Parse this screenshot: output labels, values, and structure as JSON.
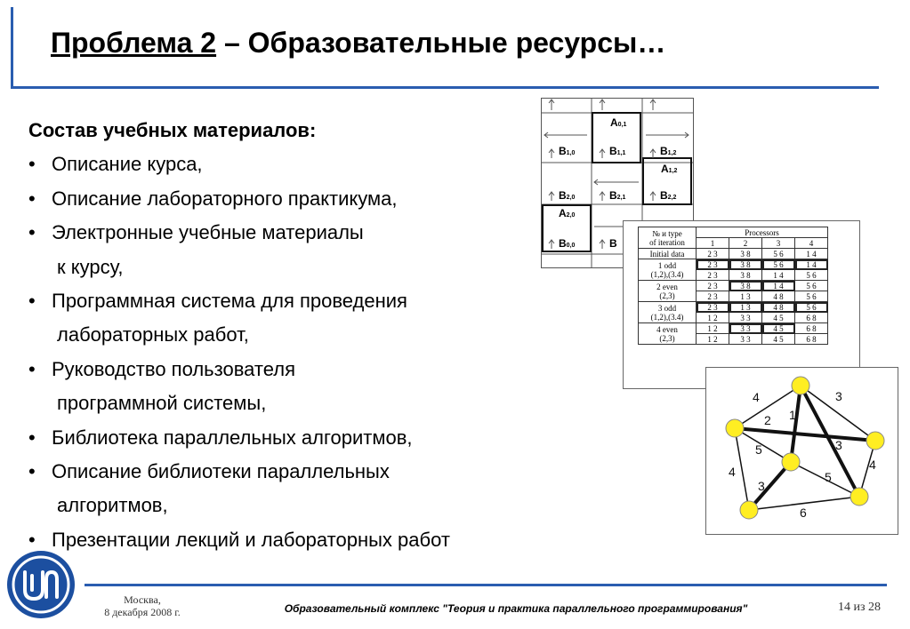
{
  "slide": {
    "title_part1": "Проблема 2",
    "title_part2": " – Образовательные ресурсы…",
    "heading": "Состав учебных материалов:",
    "bullet": "•",
    "items": [
      [
        "Описание курса,"
      ],
      [
        "Описание лабораторного практикума,"
      ],
      [
        "Электронные учебные материалы",
        "к курсу,"
      ],
      [
        "Программная система для проведения",
        "лабораторных работ,"
      ],
      [
        "Руководство пользователя",
        "программной системы,"
      ],
      [
        "Библиотека параллельных алгоритмов,"
      ],
      [
        "Описание библиотеки параллельных",
        "алгоритмов,"
      ],
      [
        "Презентации лекций и лабораторных работ"
      ]
    ]
  },
  "figure_grid": {
    "cells": [
      {
        "main": "A",
        "sub": "0,1"
      },
      {
        "main": "B",
        "sub": "1,0"
      },
      {
        "main": "B",
        "sub": "1,1"
      },
      {
        "main": "B",
        "sub": "1,2"
      },
      {
        "main": "A",
        "sub": "1,2"
      },
      {
        "main": "B",
        "sub": "2,0"
      },
      {
        "main": "B",
        "sub": "2,1"
      },
      {
        "main": "B",
        "sub": "2,2"
      },
      {
        "main": "A",
        "sub": "2,0"
      },
      {
        "main": "B",
        "sub": "0,0"
      },
      {
        "main": "B",
        "sub": ""
      }
    ]
  },
  "figure_table": {
    "header_type": [
      "№ и type",
      "of iteration"
    ],
    "header_processors": "Processors",
    "processor_numbers": [
      "1",
      "2",
      "3",
      "4"
    ],
    "rows": [
      {
        "label": [
          "Initial data"
        ],
        "cells": [
          "2 3",
          "3 8",
          "5 6",
          "1 4"
        ]
      },
      {
        "label": [
          "1 odd",
          "(1,2),(3.4)"
        ],
        "cells": [
          "2 3",
          "3 8",
          "5 6",
          "1 4"
        ],
        "cells2": [
          "2 3",
          "3 8",
          "1 4",
          "5 6"
        ]
      },
      {
        "label": [
          "2 even",
          "(2,3)"
        ],
        "cells": [
          "2 3",
          "3 8",
          "1 4",
          "5 6"
        ],
        "cells2": [
          "2 3",
          "1 3",
          "4 8",
          "5 6"
        ]
      },
      {
        "label": [
          "3 odd",
          "(1,2),(3.4)"
        ],
        "cells": [
          "2 3",
          "1 3",
          "4 8",
          "5 6"
        ],
        "cells2": [
          "1 2",
          "3 3",
          "4 5",
          "6 8"
        ]
      },
      {
        "label": [
          "4 even",
          "(2,3)"
        ],
        "cells": [
          "1 2",
          "3 3",
          "4 5",
          "6 8"
        ],
        "cells2": [
          "1 2",
          "3 3",
          "4 5",
          "6 8"
        ]
      }
    ]
  },
  "figure_graph": {
    "edge_labels": [
      "4",
      "3",
      "2",
      "1",
      "5",
      "3",
      "4",
      "4",
      "5",
      "3",
      "6"
    ]
  },
  "footer": {
    "city": "Москва,",
    "date": "8 декабря 2008 г.",
    "course": "Образовательный комплекс \"Теория и практика параллельного программирования\"",
    "page": "14 из 28"
  },
  "colors": {
    "accent_blue": "#2a5db0",
    "graph_node_yellow": "#ffee22",
    "logo_blue": "#1c4fa0"
  },
  "icons": {
    "logo": "unn-logo"
  }
}
